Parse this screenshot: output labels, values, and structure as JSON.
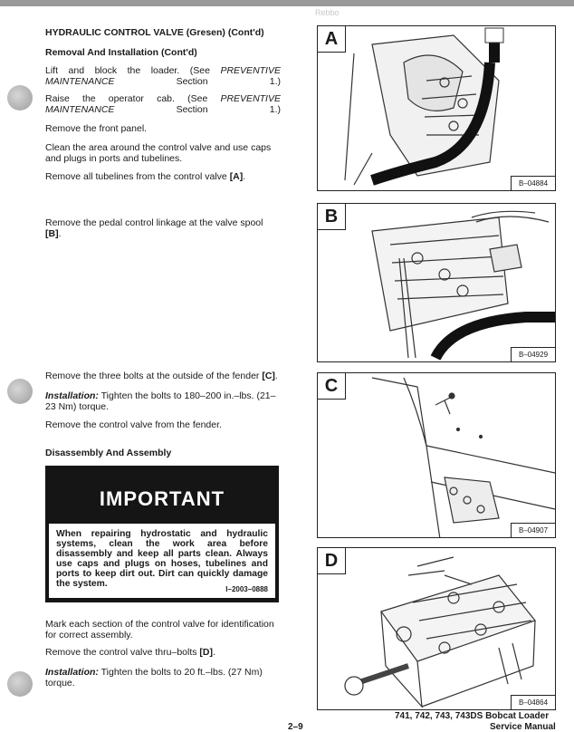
{
  "header_faint": "Rebbo",
  "title": "HYDRAULIC CONTROL VALVE (Gresen) (Cont'd)",
  "subtitle": "Removal And Installation (Cont'd)",
  "steps": {
    "lift": {
      "text": "Lift and block the loader. (See ",
      "ref": "PREVENTIVE MAINTENANCE",
      "tail": " Section 1.)"
    },
    "raise": {
      "text": "Raise the operator cab. (See ",
      "ref": "PREVENTIVE MAINTENANCE",
      "tail": " Section 1.)"
    },
    "front_panel": "Remove the front panel.",
    "clean": "Clean the area around the control valve and use caps and plugs in ports and tubelines.",
    "tubelines": {
      "text": "Remove all tubelines from the control valve ",
      "ref": "[A]",
      "tail": "."
    },
    "pedal": {
      "text": "Remove the pedal control linkage at the valve spool ",
      "ref": "[B]",
      "tail": "."
    },
    "bolts": {
      "text": "Remove the three bolts at the outside of the fender ",
      "ref": "[C]",
      "tail": "."
    },
    "install1": {
      "label": "Installation:",
      "text": " Tighten the bolts to 180–200 in.–lbs. (21–23 Nm) torque."
    },
    "remove_valve": "Remove the control valve from the fender.",
    "mark": "Mark each section of the control valve for identification for correct assembly.",
    "thru_bolts": {
      "text": "Remove the control valve thru–bolts ",
      "ref": "[D]",
      "tail": "."
    },
    "install2": {
      "label": "Installation:",
      "text": " Tighten the bolts to 20 ft.–lbs. (27 Nm) torque."
    }
  },
  "section2": "Disassembly And Assembly",
  "important": {
    "title": "IMPORTANT",
    "body": "When repairing hydrostatic and hydraulic systems, clean the work area before disassembly and keep all parts clean. Always use caps and plugs on hoses, tubelines and ports to keep dirt out. Dirt can quickly damage the system.",
    "code": "I–2003–0888"
  },
  "figures": [
    {
      "label": "A",
      "code": "B–04884"
    },
    {
      "label": "B",
      "code": "B–04929"
    },
    {
      "label": "C",
      "code": "B–04907"
    },
    {
      "label": "D",
      "code": "B–04864"
    }
  ],
  "footer": {
    "line1": "741, 742, 743, 743DS Bobcat Loader",
    "line2": "Service Manual",
    "page": "2–9"
  }
}
